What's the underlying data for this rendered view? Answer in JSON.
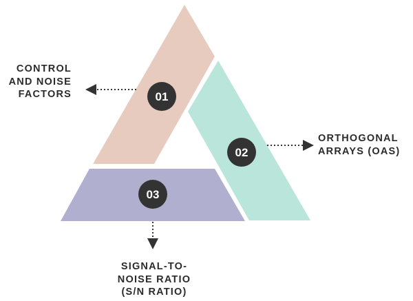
{
  "segments": [
    {
      "number": "01",
      "label_lines": [
        "CONTROL",
        "AND NOISE",
        "FACTORS"
      ],
      "color": "#e8cbbf"
    },
    {
      "number": "02",
      "label_lines": [
        "ORTHOGONAL",
        "ARRAYS (OAS)"
      ],
      "color": "#b9e5da"
    },
    {
      "number": "03",
      "label_lines": [
        "SIGNAL-TO-",
        "NOISE RATIO",
        "(S/N RATIO)"
      ],
      "color": "#b0afd0"
    }
  ],
  "badge_color": "#333333"
}
